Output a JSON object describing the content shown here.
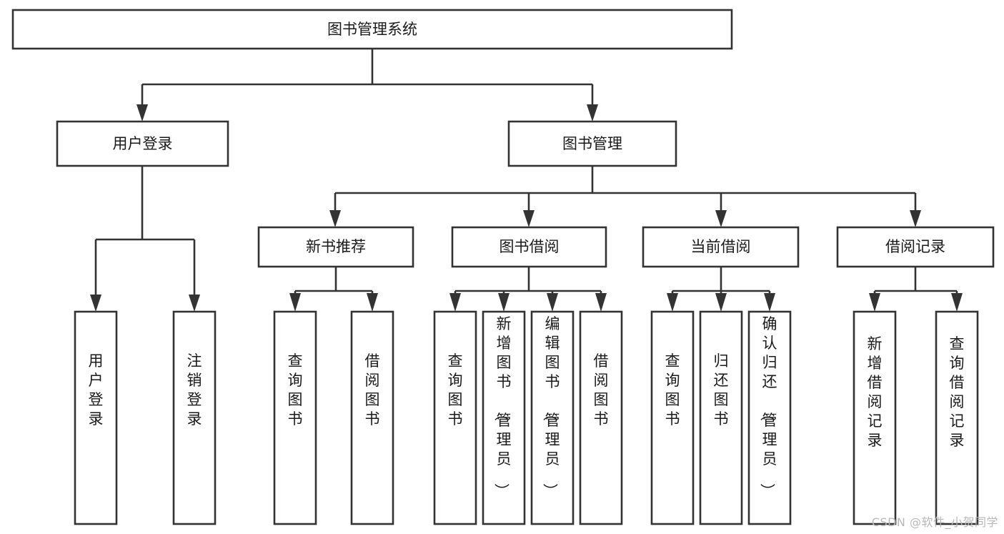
{
  "diagram": {
    "title": "图书管理系统",
    "type": "hierarchy-tree",
    "watermark": "CSDN @软件_小贺同学",
    "colors": {
      "stroke": "#333333",
      "fill": "#ffffff",
      "text": "#1a1a1a",
      "watermark": "#b8b8b8"
    },
    "levels": {
      "root": {
        "label": "图书管理系统"
      },
      "level2": [
        {
          "label": "用户登录"
        },
        {
          "label": "图书管理"
        }
      ],
      "level3": [
        {
          "label": "新书推荐"
        },
        {
          "label": "图书借阅"
        },
        {
          "label": "当前借阅"
        },
        {
          "label": "借阅记录"
        }
      ],
      "leaves": {
        "user_login": [
          {
            "label": "用户登录"
          },
          {
            "label": "注销登录"
          }
        ],
        "new_book_recommend": [
          {
            "label": "查询图书"
          },
          {
            "label": "借阅图书"
          }
        ],
        "book_borrow": [
          {
            "label": "查询图书"
          },
          {
            "label": "新增图书（管理员）"
          },
          {
            "label": "编辑图书（管理员）"
          },
          {
            "label": "借阅图书"
          }
        ],
        "current_borrow": [
          {
            "label": "查询图书"
          },
          {
            "label": "归还图书"
          },
          {
            "label": "确认归还（管理员）"
          }
        ],
        "borrow_record": [
          {
            "label": "新增借阅记录"
          },
          {
            "label": "查询借阅记录"
          }
        ]
      }
    }
  }
}
